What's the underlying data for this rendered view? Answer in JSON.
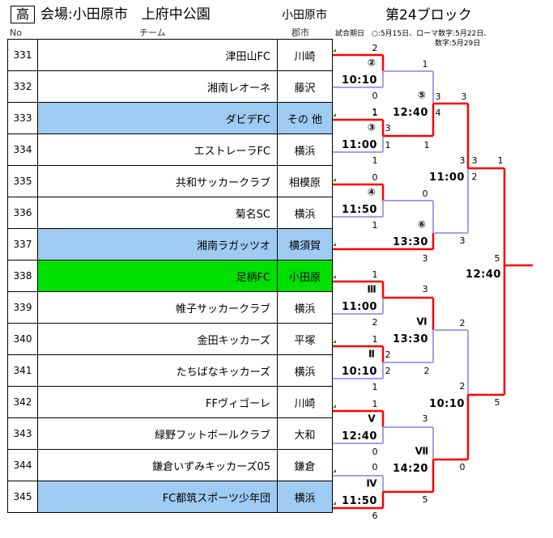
{
  "header": {
    "badge": "高",
    "venue": "会場:小田原市　上府中公園",
    "city": "小田原市",
    "block": "第24ブロック",
    "col_no": "No",
    "col_team": "チーム",
    "col_city": "郡市",
    "note_line1": "試合期日　○:5月15日、ローマ数字:5月22日、",
    "note_line2": "数字:5月29日"
  },
  "teams": [
    {
      "no": "331",
      "name": "津田山FC",
      "city": "川崎",
      "bg": "white"
    },
    {
      "no": "332",
      "name": "湘南レオーネ",
      "city": "藤沢",
      "bg": "white"
    },
    {
      "no": "333",
      "name": "ダビデFC",
      "city": "その 他",
      "bg": "blue"
    },
    {
      "no": "334",
      "name": "エストレーラFC",
      "city": "横浜",
      "bg": "white"
    },
    {
      "no": "335",
      "name": "共和サッカークラブ",
      "city": "相模原",
      "bg": "white"
    },
    {
      "no": "336",
      "name": "菊名SC",
      "city": "横浜",
      "bg": "white"
    },
    {
      "no": "337",
      "name": "湘南ラガッツオ",
      "city": "横須賀",
      "bg": "blue"
    },
    {
      "no": "338",
      "name": "足柄FC",
      "city": "小田原",
      "bg": "green"
    },
    {
      "no": "339",
      "name": "帷子サッカークラブ",
      "city": "横浜",
      "bg": "white"
    },
    {
      "no": "340",
      "name": "金田キッカーズ",
      "city": "平塚",
      "bg": "white"
    },
    {
      "no": "341",
      "name": "たちばなキッカーズ",
      "city": "横浜",
      "bg": "white"
    },
    {
      "no": "342",
      "name": "FFヴィゴーレ",
      "city": "川崎",
      "bg": "white"
    },
    {
      "no": "343",
      "name": "緑野フットボールクラブ",
      "city": "大和",
      "bg": "white"
    },
    {
      "no": "344",
      "name": "鎌倉いずみキッカーズ05",
      "city": "鎌倉",
      "bg": "white"
    },
    {
      "no": "345",
      "name": "FC都筑スポーツ少年団",
      "city": "横浜",
      "bg": "blue"
    }
  ],
  "bracket": {
    "marks": [
      "②",
      "③",
      "④",
      "⑤",
      "⑥",
      "Ⅲ",
      "Ⅱ",
      "Ⅴ",
      "Ⅳ",
      "Ⅵ",
      "Ⅶ"
    ],
    "times": [
      "10:10",
      "11:00",
      "11:50",
      "12:40",
      "13:30",
      "11:00",
      "10:10",
      "12:40",
      "11:50",
      "13:30",
      "14:20",
      "11:00",
      "10:10",
      "12:40"
    ],
    "scores": [
      "2",
      "0",
      "1",
      "1",
      "0",
      "1",
      "3",
      "1",
      "1",
      "3",
      "3",
      "4",
      "1",
      "3",
      "3",
      "0",
      "3",
      "3",
      "1",
      "2",
      "5",
      "2",
      "0",
      "1",
      "2",
      "1",
      "1",
      "0",
      "6",
      "3",
      "2",
      "3",
      "0",
      "5",
      "2",
      "2",
      "5",
      "2",
      "1",
      "1",
      "3"
    ]
  },
  "colors": {
    "win": "#ff0000",
    "lose": "#a0a0f0",
    "blue": "#9fcbf2",
    "green": "#00e000"
  }
}
